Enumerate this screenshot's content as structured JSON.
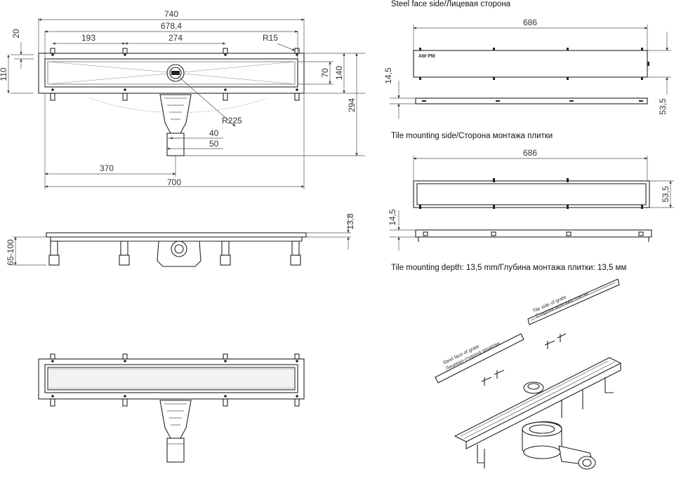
{
  "plan_view": {
    "dims": {
      "overall_width": "740",
      "inner_width": "678,4",
      "left_segment": "193",
      "mid_segment": "274",
      "radius_small": "R15",
      "flange": "20",
      "body_depth": "110",
      "inner_depth": "70",
      "outer_depth": "140",
      "total_height": "294",
      "radius_large": "R225",
      "outlet_inner": "40",
      "outlet_outer": "50",
      "outlet_offset": "370",
      "base_width": "700"
    }
  },
  "side_view": {
    "dims": {
      "top_thickness": "13,8",
      "leg_range": "65-100"
    }
  },
  "steel_face": {
    "caption": "Steel face side/Лицевая сторона",
    "dims": {
      "length": "686",
      "thickness": "14,5",
      "width": "53,5"
    },
    "logo": "AM·PM"
  },
  "tile_side": {
    "caption": "Tile mounting side/Сторона монтажа плитки",
    "dims": {
      "length": "686",
      "width": "53,5",
      "thickness": "14,5"
    }
  },
  "exploded": {
    "caption": "Tile mounting depth: 13,5 mm/Глубина монтажа плитки: 13,5 мм",
    "labels": {
      "tile_side_en": "Tile side of grate",
      "tile_side_ru": "Сторона монтажа плитки",
      "steel_face_en": "Steel face of grate",
      "steel_face_ru": "Лицевая сторона решетки"
    }
  }
}
